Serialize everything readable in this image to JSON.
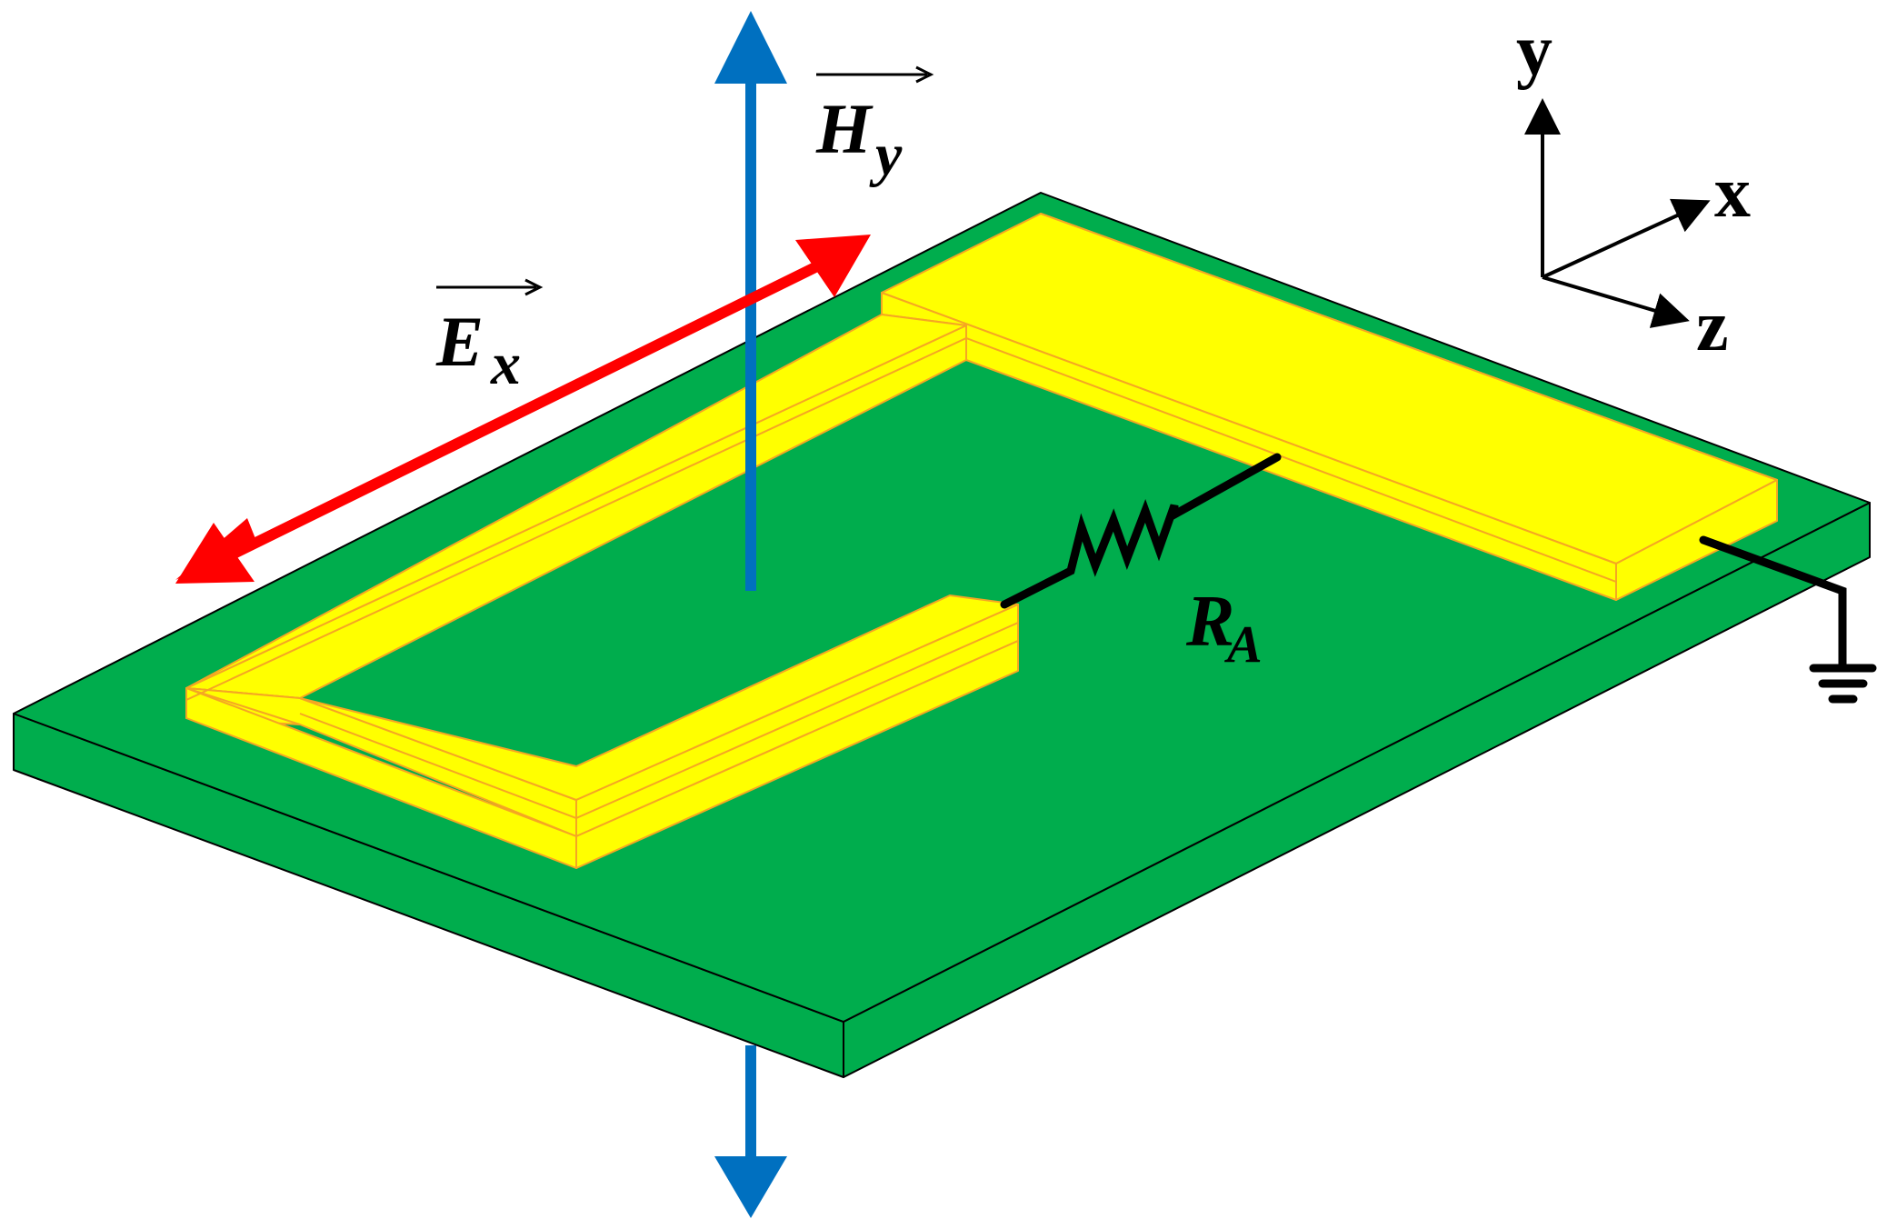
{
  "labels": {
    "h_field": "H",
    "h_field_sub": "y",
    "e_field": "E",
    "e_field_sub": "x",
    "resistor": "R",
    "resistor_sub": "A",
    "axis_y": "y",
    "axis_x": "x",
    "axis_z": "z"
  },
  "colors": {
    "substrate": "#00ad4d",
    "conductor": "#ffff00",
    "conductor_edge": "#f5a623",
    "h_arrow": "#0070c0",
    "e_arrow": "#ff0000",
    "wire": "#000000"
  },
  "icons": {
    "ground": "ground-symbol-icon",
    "resistor": "resistor-zigzag-icon"
  }
}
